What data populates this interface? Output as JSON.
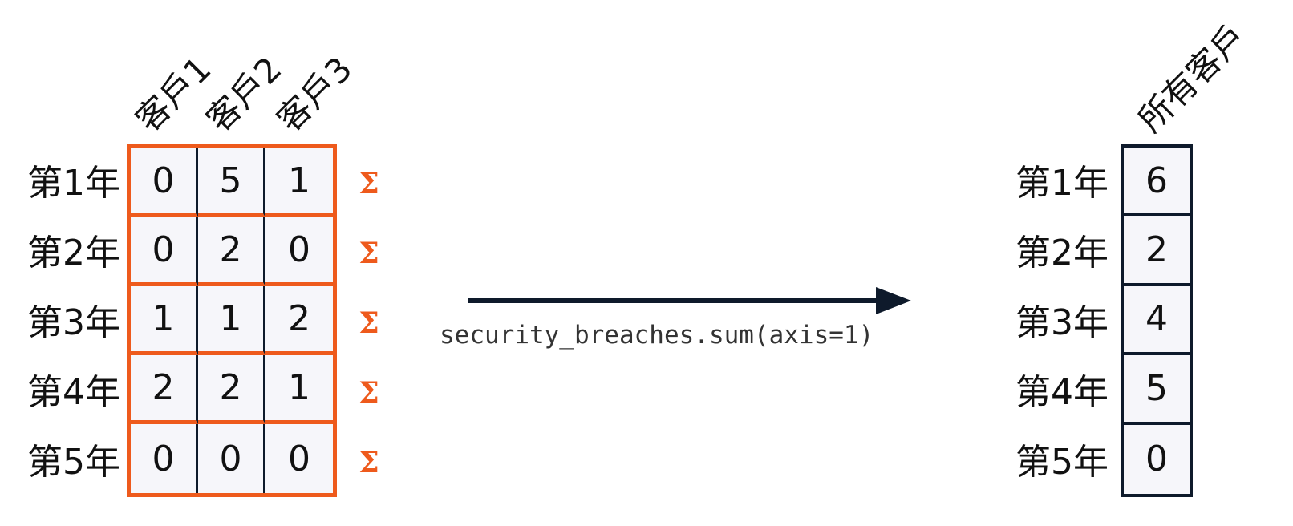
{
  "left_table": {
    "column_headers": [
      "客戶1",
      "客戶2",
      "客戶3"
    ],
    "row_labels": [
      "第1年",
      "第2年",
      "第3年",
      "第4年",
      "第5年"
    ],
    "rows": [
      [
        "0",
        "5",
        "1"
      ],
      [
        "0",
        "2",
        "0"
      ],
      [
        "1",
        "1",
        "2"
      ],
      [
        "2",
        "2",
        "1"
      ],
      [
        "0",
        "0",
        "0"
      ]
    ],
    "sum_symbol": "Σ"
  },
  "operation": {
    "code": "security_breaches.sum(axis=1)"
  },
  "right_table": {
    "column_header": "所有客戶",
    "row_labels": [
      "第1年",
      "第2年",
      "第3年",
      "第4年",
      "第5年"
    ],
    "values": [
      "6",
      "2",
      "4",
      "5",
      "0"
    ]
  },
  "colors": {
    "accent": "#ee5a1c",
    "dark": "#0e1a2b",
    "cell_background": "#f6f6fa"
  }
}
